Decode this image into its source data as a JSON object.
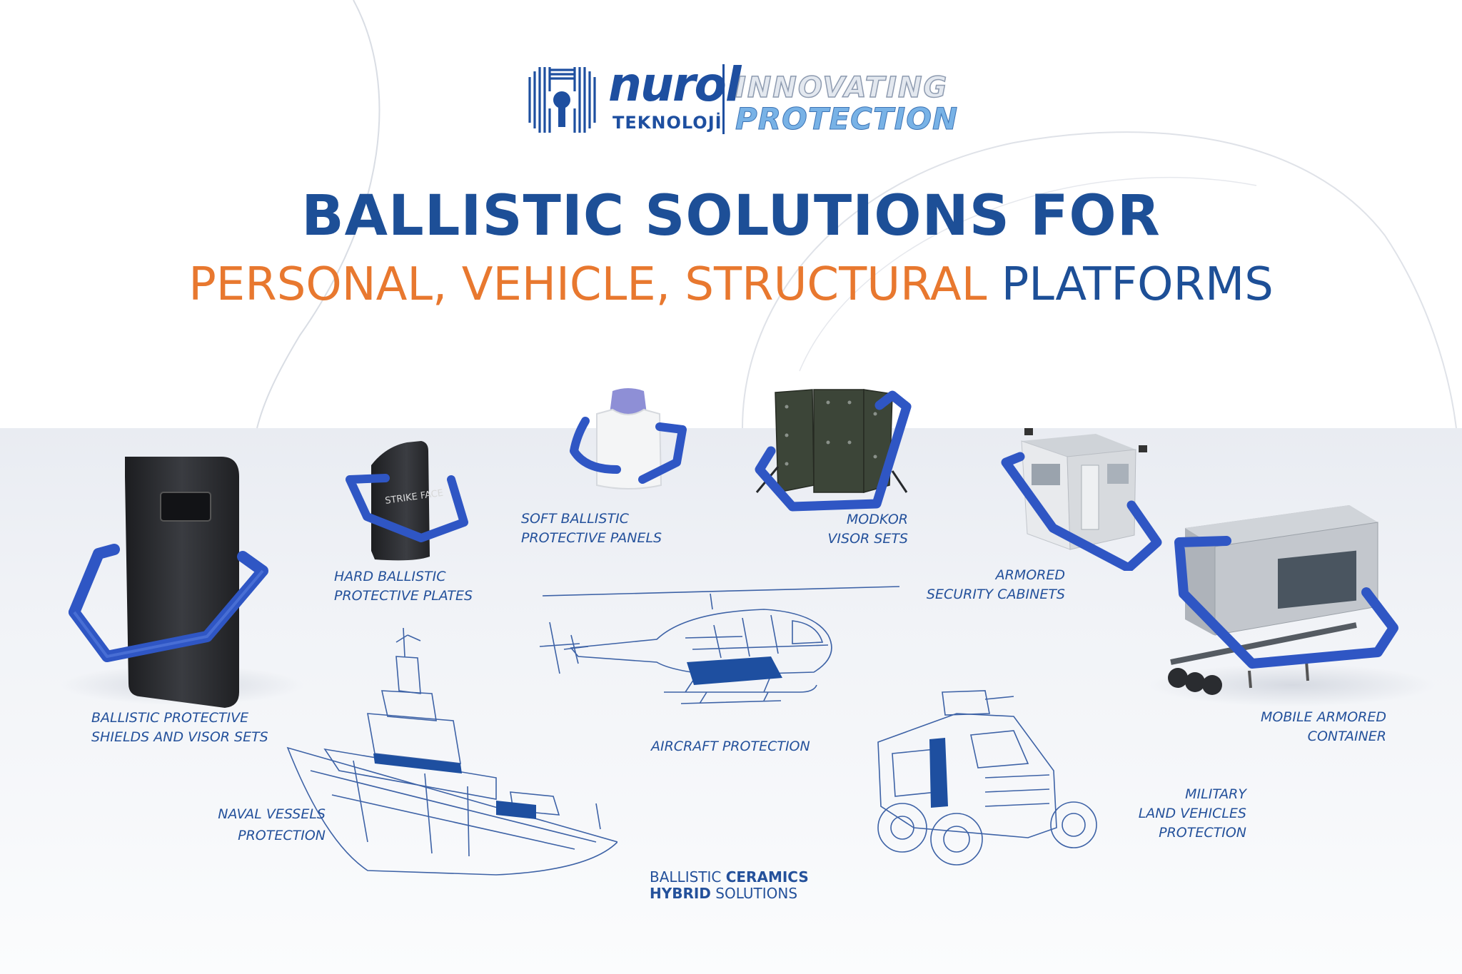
{
  "brand": {
    "name": "nurol",
    "sub": "TEKNOLOJİ",
    "tagline_top": "INNOVATING",
    "tagline_bottom": "PROTECTION"
  },
  "headline": "BALLISTIC SOLUTIONS FOR",
  "subheadline": {
    "part1": "PERSONAL, VEHICLE, STRUCTURAL",
    "part2": "PLATFORMS"
  },
  "products": [
    {
      "id": "shields",
      "lines": [
        "BALLISTIC PROTECTIVE",
        "SHIELDS AND VISOR SETS"
      ]
    },
    {
      "id": "plates",
      "lines": [
        "HARD BALLISTIC",
        "PROTECTIVE PLATES"
      ],
      "plate_text": "STRIKE FACE"
    },
    {
      "id": "soft",
      "lines": [
        "SOFT BALLISTIC",
        "PROTECTIVE PANELS"
      ]
    },
    {
      "id": "modkor",
      "lines": [
        "MODKOR",
        "VISOR SETS"
      ]
    },
    {
      "id": "cabinets",
      "lines": [
        "ARMORED",
        "SECURITY CABINETS"
      ]
    },
    {
      "id": "container",
      "lines": [
        "MOBILE ARMORED",
        "CONTAINER"
      ]
    },
    {
      "id": "aircraft",
      "lines": [
        "AIRCRAFT PROTECTION"
      ]
    },
    {
      "id": "naval",
      "lines": [
        "NAVAL VESSELS",
        "PROTECTION"
      ]
    },
    {
      "id": "land",
      "lines": [
        "MILITARY",
        "LAND VEHICLES",
        "PROTECTION"
      ]
    }
  ],
  "ceramics": {
    "line1_regular": "BALLISTIC ",
    "line1_bold": "CERAMICS",
    "line2_bold": "HYBRID",
    "line2_regular": " SOLUTIONS"
  },
  "colors": {
    "navy": "#1d4f97",
    "orange": "#e8782f",
    "handle_blue": "#2f56c4",
    "floor": "#eef0f5"
  },
  "icons": [
    "nurol-logo-icon",
    "shield-icon",
    "plate-icon",
    "vest-icon",
    "modkor-panel-icon",
    "cabin-icon",
    "container-trailer-icon",
    "helicopter-icon",
    "ship-icon",
    "armored-vehicle-icon"
  ]
}
